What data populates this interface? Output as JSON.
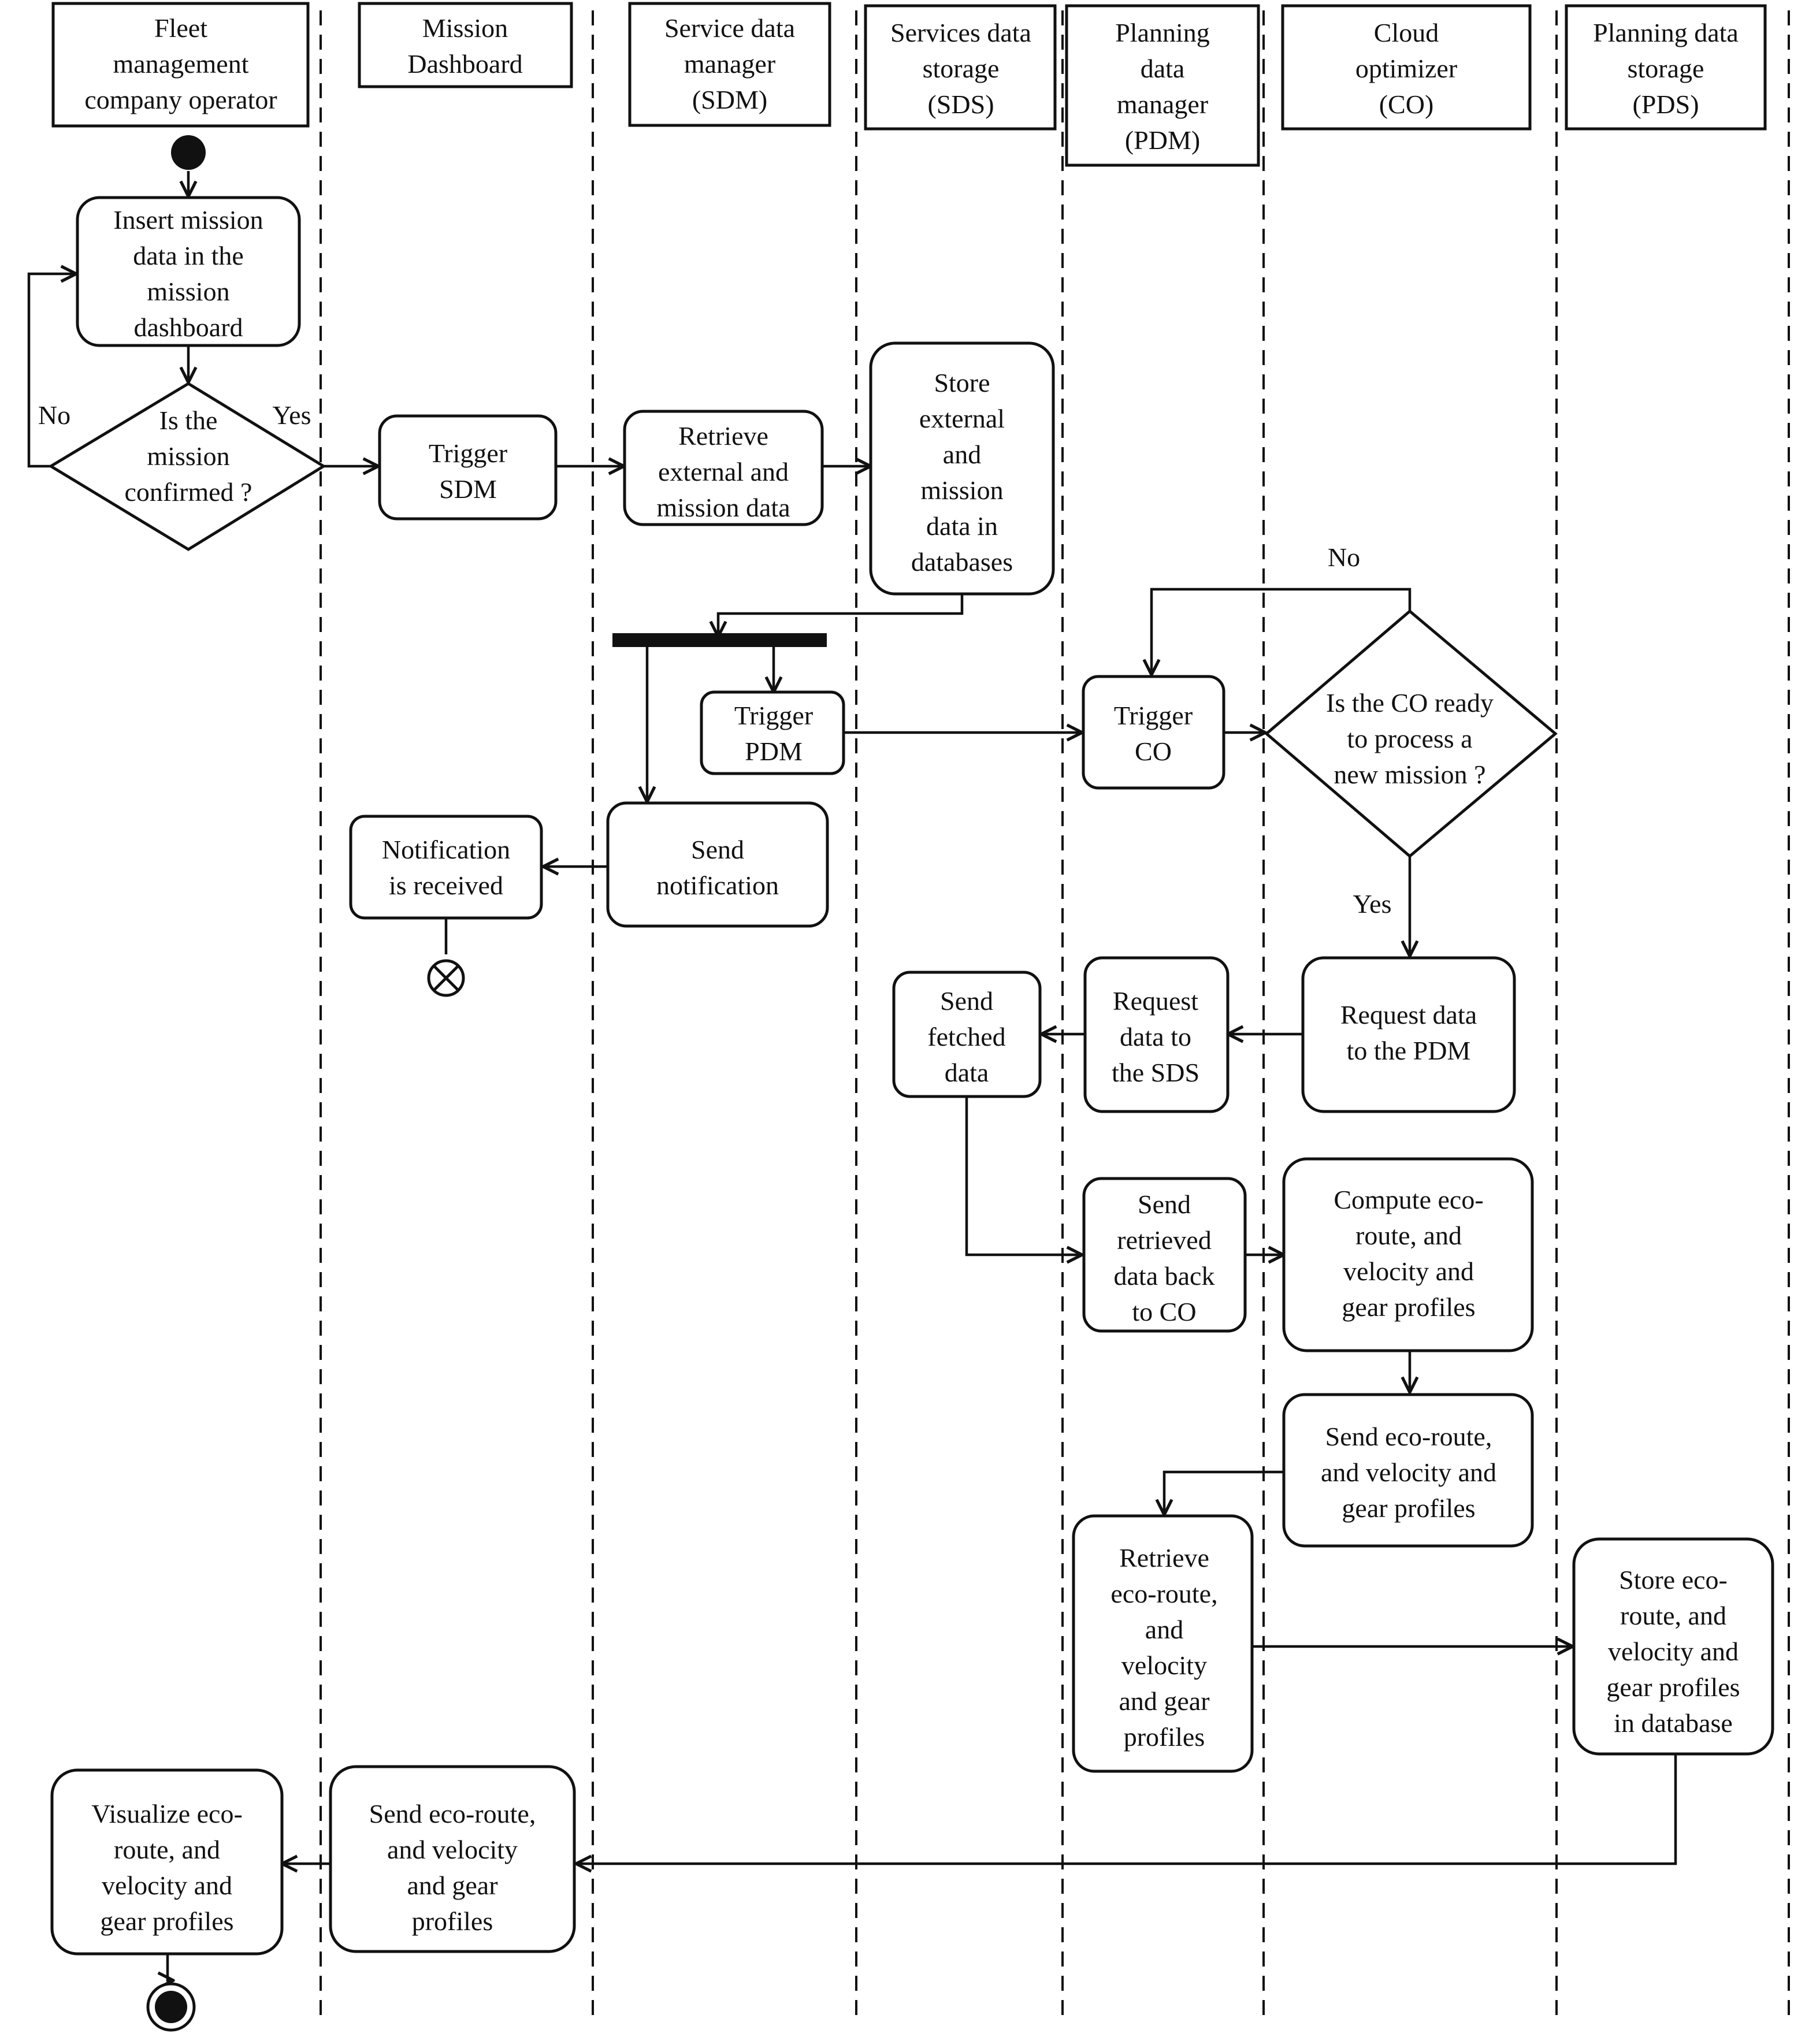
{
  "lanes": [
    "Fleet\nmanagement\ncompany operator",
    "Mission\nDashboard",
    "Service data\nmanager\n(SDM)",
    "Services data\nstorage\n(SDS)",
    "Planning\ndata\nmanager\n(PDM)",
    "Cloud\noptimizer\n(CO)",
    "Planning data\nstorage\n(PDS)"
  ],
  "nodes": {
    "insert_mission": "Insert mission\ndata in the\nmission\ndashboard",
    "mission_confirmed": "Is the\nmission\nconfirmed ?",
    "trigger_sdm": "Trigger\nSDM",
    "retrieve_external": "Retrieve\nexternal and\nmission data",
    "store_external": "Store\nexternal\nand\nmission\ndata in\ndatabases",
    "trigger_pdm": "Trigger\nPDM",
    "trigger_co": "Trigger\nCO",
    "co_ready": "Is the CO ready\nto process a\nnew mission ?",
    "send_notification": "Send\nnotification",
    "notification_received": "Notification\nis received",
    "request_pdm": "Request data\nto the PDM",
    "request_sds": "Request\ndata to\nthe SDS",
    "send_fetched": "Send\nfetched\ndata",
    "send_retrieved": "Send\nretrieved\ndata back\nto CO",
    "compute": "Compute eco-\nroute, and\nvelocity and\ngear profiles",
    "send_eco_co": "Send eco-route,\nand velocity and\ngear profiles",
    "retrieve_eco": "Retrieve\neco-route,\nand\nvelocity\nand gear\nprofiles",
    "store_eco": "Store eco-\nroute, and\nvelocity and\ngear profiles\nin database",
    "send_eco_dash": "Send eco-route,\nand velocity\nand gear\nprofiles",
    "visualize": "Visualize eco-\nroute, and\nvelocity and\ngear profiles"
  },
  "edge_labels": {
    "mission_no": "No",
    "mission_yes": "Yes",
    "co_no": "No",
    "co_yes": "Yes"
  }
}
